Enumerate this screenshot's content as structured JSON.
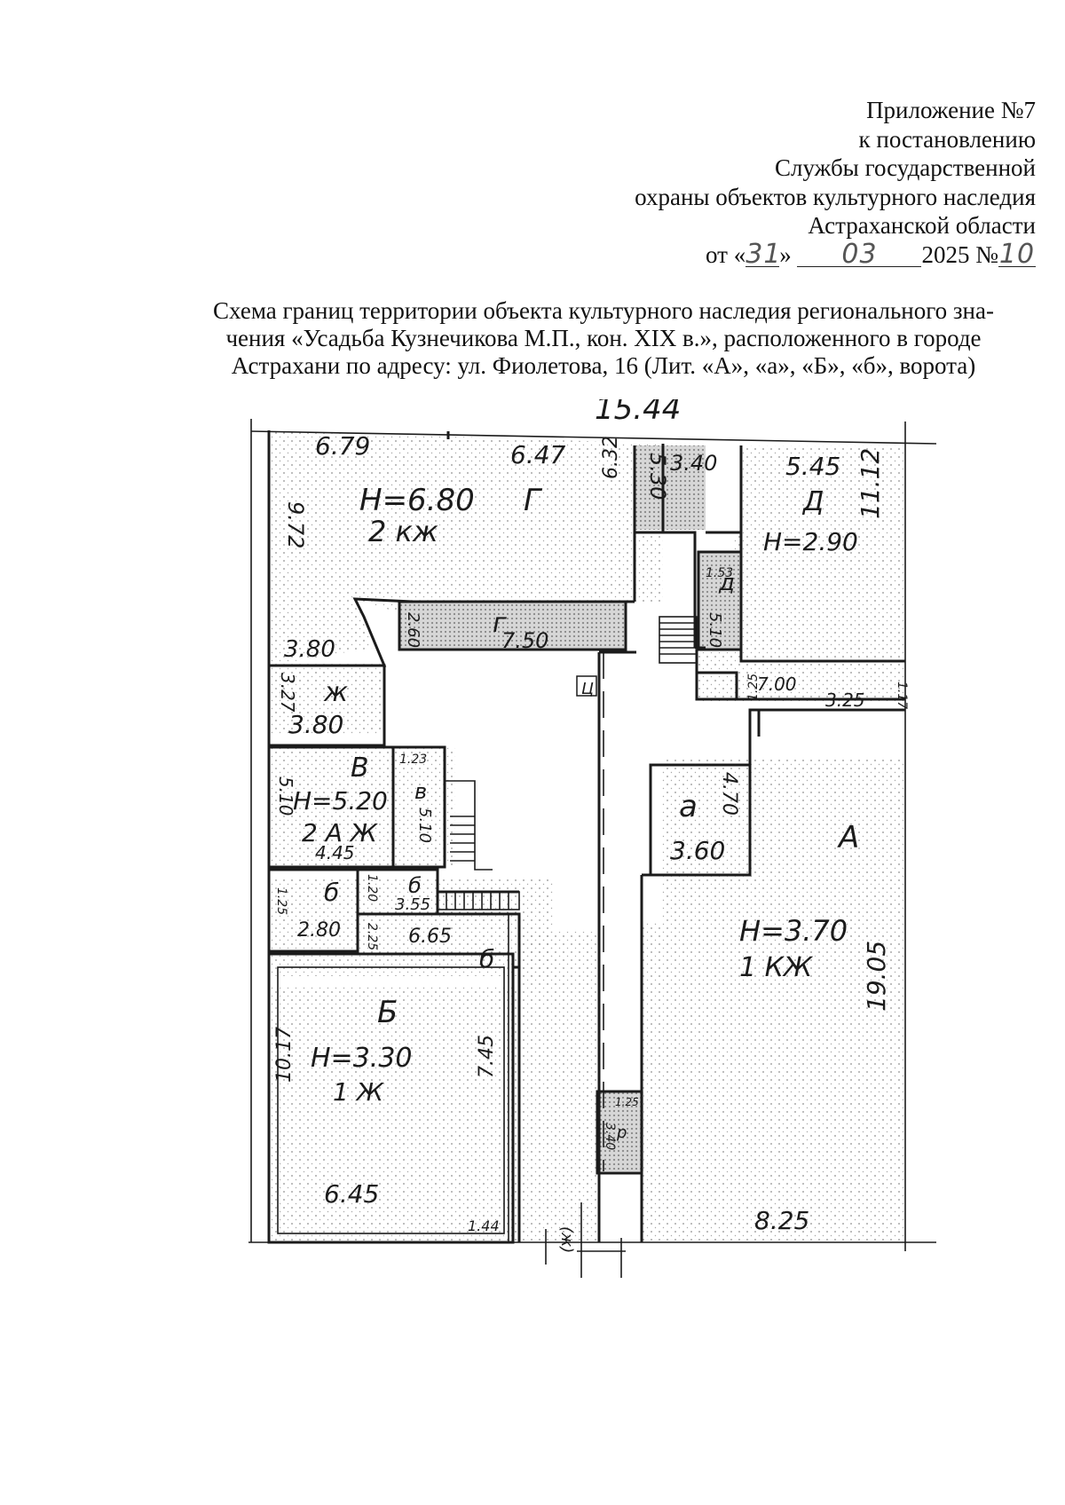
{
  "header": {
    "lines": [
      "Приложение №7",
      "к постановлению",
      "Службы государственной",
      "охраны объектов культурного наследия",
      "Астраханской области"
    ],
    "date_prefix": "от «",
    "date_day": "31",
    "date_close": "»",
    "date_month": "03",
    "date_year": "2025 №",
    "doc_number": "10"
  },
  "title": {
    "lines": [
      "Схема границ территории объекта культурного наследия регионального зна-",
      "чения «Усадьба Кузнечикова М.П., кон. XIX в.», расположенного в городе",
      "Астрахани по адресу: ул. Фиолетова, 16 (Лит. «А», «а», «Б», «б», ворота)"
    ]
  },
  "plan": {
    "labels": {
      "top_width": "15.44",
      "g_top_left": "6.79",
      "g_top_right": "6.47",
      "g_height": "Н=6.80",
      "g_letter": "Г",
      "g_floors": "2 кж",
      "g_side": "9.72",
      "g_inner": "6.32",
      "g_380": "3.80",
      "corr_530": "5.30",
      "corr_340": "3.40",
      "d_width": "5.45",
      "d_letter": "Д",
      "d_height": "Н=2.90",
      "d_side": "11.12",
      "d_small": "1.53",
      "r_letter": "г",
      "r_len": "7.50",
      "r_side": "2.60",
      "e_letter": "д",
      "e_side": "5.10",
      "e_small": "1.25",
      "e_700": "7.00",
      "e_325": "3.25",
      "e_117": "1.17",
      "zh_letter": "ж",
      "zh_side": "3.27",
      "zh_len": "3.80",
      "v_letter": "В",
      "v_height": "Н=5.20",
      "v_floors": "2 А Ж",
      "v_side": "5.10",
      "v_len": "4.45",
      "v2_letter": "в",
      "v2_side": "5.10",
      "v2_small": "1.23",
      "b_small_letter": "б",
      "b_small_len": "2.80",
      "b_small_side": "1.25",
      "b2_letter": "б",
      "b2_len": "3.55",
      "b2_side": "1.20",
      "gate_len": "6.65",
      "gate_side": "2.25",
      "b3_letter": "б",
      "b3_side": "7.45",
      "b3_144": "1.44",
      "big_b_letter": "Б",
      "big_b_height": "Н=3.30",
      "big_b_floors": "1 Ж",
      "big_b_side": "10.17",
      "big_b_len": "6.45",
      "a_letter": "а",
      "a_side": "4.70",
      "a_len": "3.60",
      "A_letter": "А",
      "A_height": "Н=3.70",
      "A_floors": "1 КЖ",
      "A_side": "19.05",
      "A_bottom": "8.25",
      "p_letter": "р",
      "p_side": "3.40",
      "p_small": "1.25",
      "gate_mark": "(ж)",
      "u_mark": "Ц"
    }
  }
}
